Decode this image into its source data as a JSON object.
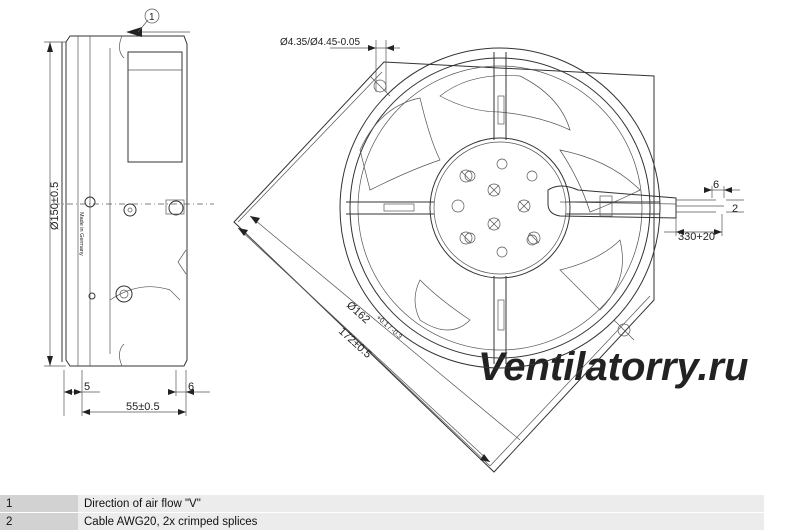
{
  "drawing": {
    "callout_number": "1",
    "dimensions": {
      "diameter_150": "Ø150±0.5",
      "hole": "Ø4.35/Ø4.45-0.05",
      "dim_5": "5",
      "dim_6_left": "6",
      "dim_55": "55±0.5",
      "diameter_162": "Ø162",
      "diameter_162_tol": "+0.1 / -0.3",
      "dim_172": "172±0.5",
      "dim_6_cable": "6",
      "dim_2_cable": "2",
      "dim_330": "330+20"
    },
    "side_label": "Made in Germany",
    "watermark": "Ventilatorry.ru"
  },
  "legend": [
    {
      "number": "1",
      "text": "Direction of air flow \"V\""
    },
    {
      "number": "2",
      "text": "Cable AWG20, 2x crimped splices"
    }
  ]
}
